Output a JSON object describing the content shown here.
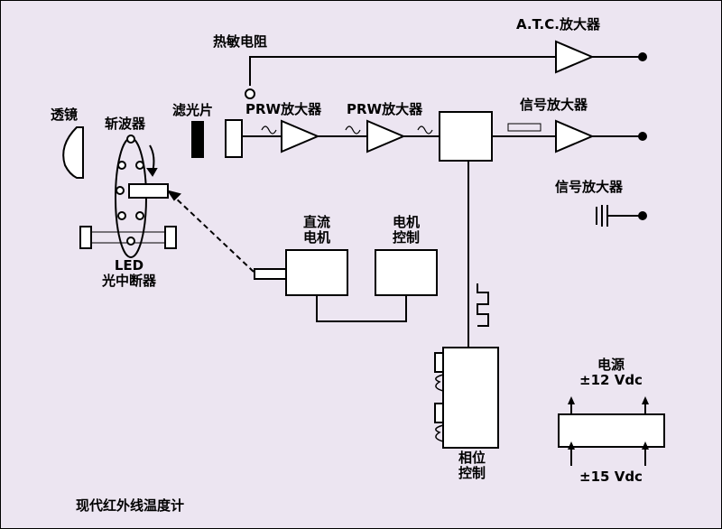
{
  "title": "现代红外线温度计",
  "labels": {
    "thermistor": "热敏电阻",
    "atc_amp": "A.T.C.放大器",
    "lens": "透镜",
    "chopper": "斩波器",
    "filter": "滤光片",
    "prw_amp_1": "PRW放大器",
    "prw_amp_2": "PRW放大器",
    "signal_amp_1": "信号放大器",
    "signal_amp_2": "信号放大器",
    "led_line1": "LED",
    "led_line2": "光中断器",
    "dc_motor_line1": "直流",
    "dc_motor_line2": "电机",
    "motor_ctrl_line1": "电机",
    "motor_ctrl_line2": "控制",
    "phase_ctrl_line1": "相位",
    "phase_ctrl_line2": "控制",
    "power_line1": "电源",
    "power_out": "±12 Vdc",
    "power_in": "±15 Vdc"
  },
  "colors": {
    "background": "#ece5f1",
    "line": "#000000",
    "fill": "#ffffff"
  }
}
